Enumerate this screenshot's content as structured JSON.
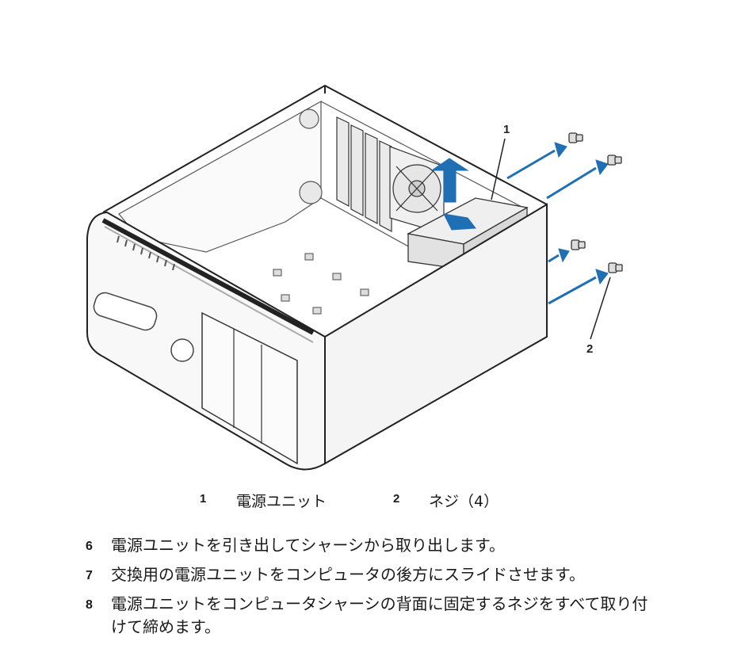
{
  "figure": {
    "callouts": [
      {
        "number": "1",
        "target": "power-supply"
      },
      {
        "number": "2",
        "target": "screw"
      }
    ],
    "colors": {
      "arrow": "#1f6fb5",
      "line": "#222222",
      "panel": "#f4f4f4"
    }
  },
  "legend": [
    {
      "number": "1",
      "label": "電源ユニット"
    },
    {
      "number": "2",
      "label": "ネジ（4）"
    }
  ],
  "steps": [
    {
      "number": "6",
      "text": "電源ユニットを引き出してシャーシから取り出します。"
    },
    {
      "number": "7",
      "text": "交換用の電源ユニットをコンピュータの後方にスライドさせます。"
    },
    {
      "number": "8",
      "text": "電源ユニットをコンピュータシャーシの背面に固定するネジをすべて取り付けて締めます。"
    }
  ]
}
